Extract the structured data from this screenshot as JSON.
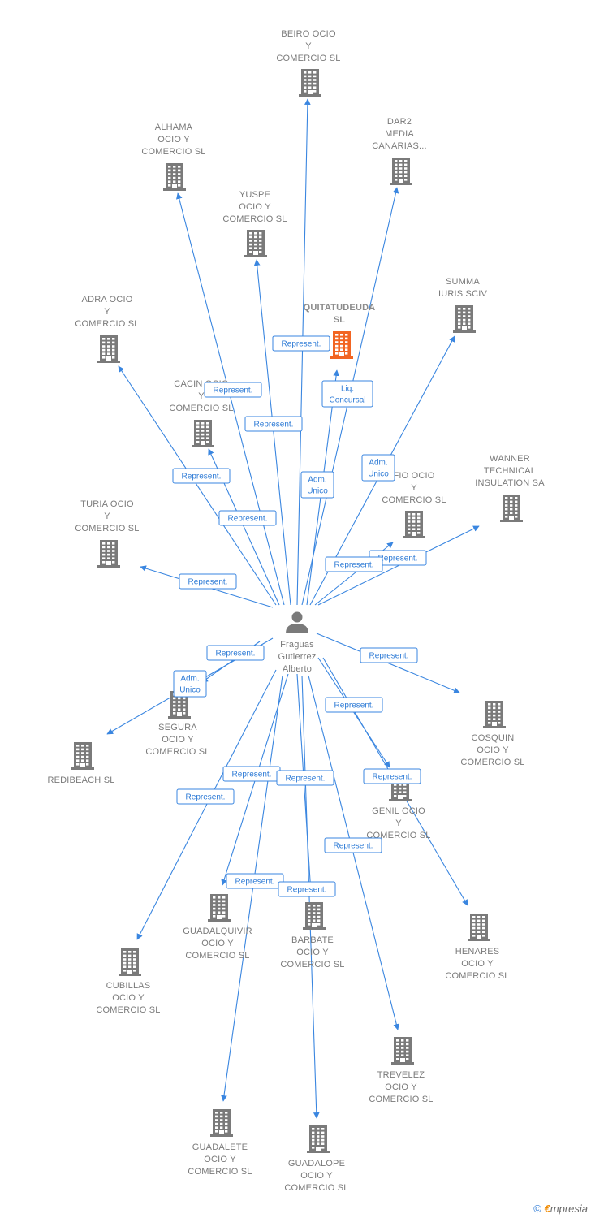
{
  "center": {
    "name_lines": [
      "Fraguas",
      "Gutierrez",
      "Alberto"
    ]
  },
  "companies": [
    {
      "id": "beiro",
      "lines": [
        "BEIRO OCIO",
        "Y",
        "COMERCIO  SL"
      ],
      "highlight": false
    },
    {
      "id": "alhama",
      "lines": [
        "ALHAMA",
        "OCIO Y",
        "COMERCIO  SL"
      ],
      "highlight": false
    },
    {
      "id": "dar2",
      "lines": [
        "DAR2",
        "MEDIA",
        "CANARIAS..."
      ],
      "highlight": false
    },
    {
      "id": "yuspe",
      "lines": [
        "YUSPE",
        "OCIO Y",
        "COMERCIO  SL"
      ],
      "highlight": false
    },
    {
      "id": "summa",
      "lines": [
        "SUMMA",
        "IURIS SCIV"
      ],
      "highlight": false
    },
    {
      "id": "adra",
      "lines": [
        "ADRA OCIO",
        "Y",
        "COMERCIO  SL"
      ],
      "highlight": false
    },
    {
      "id": "quitatudeuda",
      "lines": [
        "QUITATUDEUDA",
        "SL"
      ],
      "highlight": true
    },
    {
      "id": "cacin",
      "lines": [
        "CACIN OCIO",
        "Y",
        "COMERCIO  SL"
      ],
      "highlight": false
    },
    {
      "id": "wanner",
      "lines": [
        "WANNER",
        "TECHNICAL",
        "INSULATION SA"
      ],
      "highlight": false
    },
    {
      "id": "fio",
      "lines": [
        "FIO OCIO",
        "Y",
        "COMERCIO  SL"
      ],
      "highlight": false
    },
    {
      "id": "turia",
      "lines": [
        "TURIA OCIO",
        "Y",
        "COMERCIO  SL"
      ],
      "highlight": false
    },
    {
      "id": "segura",
      "lines": [
        "SEGURA",
        "OCIO Y",
        "COMERCIO  SL"
      ],
      "highlight": false
    },
    {
      "id": "redibeach",
      "lines": [
        "REDIBEACH SL"
      ],
      "highlight": false
    },
    {
      "id": "cosquin",
      "lines": [
        "COSQUIN",
        "OCIO Y",
        "COMERCIO  SL"
      ],
      "highlight": false
    },
    {
      "id": "genil",
      "lines": [
        "GENIL OCIO",
        "Y",
        "COMERCIO  SL"
      ],
      "highlight": false
    },
    {
      "id": "guadalquivir",
      "lines": [
        "GUADALQUIVIR",
        "OCIO Y",
        "COMERCIO  SL"
      ],
      "highlight": false
    },
    {
      "id": "barbate",
      "lines": [
        "BARBATE",
        "OCIO Y",
        "COMERCIO  SL"
      ],
      "highlight": false
    },
    {
      "id": "henares",
      "lines": [
        "HENARES",
        "OCIO Y",
        "COMERCIO  SL"
      ],
      "highlight": false
    },
    {
      "id": "cubillas",
      "lines": [
        "CUBILLAS",
        "OCIO Y",
        "COMERCIO  SL"
      ],
      "highlight": false
    },
    {
      "id": "trevelez",
      "lines": [
        "TREVELEZ",
        "OCIO Y",
        "COMERCIO  SL"
      ],
      "highlight": false
    },
    {
      "id": "guadalete",
      "lines": [
        "GUADALETE",
        "OCIO Y",
        "COMERCIO  SL"
      ],
      "highlight": false
    },
    {
      "id": "guadalope",
      "lines": [
        "GUADALOPE",
        "OCIO Y",
        "COMERCIO  SL"
      ],
      "highlight": false
    }
  ],
  "relations": [
    {
      "to": "beiro",
      "lines": [
        "Represent."
      ]
    },
    {
      "to": "alhama",
      "lines": [
        "Represent."
      ]
    },
    {
      "to": "dar2",
      "lines": [
        "Adm.",
        "Unico"
      ]
    },
    {
      "to": "yuspe",
      "lines": [
        "Represent."
      ]
    },
    {
      "to": "summa",
      "lines": [
        "Adm.",
        "Unico"
      ]
    },
    {
      "to": "adra",
      "lines": [
        "Represent."
      ]
    },
    {
      "to": "quitatudeuda",
      "lines": [
        "Liq.",
        "Concursal"
      ]
    },
    {
      "to": "quitatudeuda",
      "lines": [
        "Represent."
      ]
    },
    {
      "to": "cacin",
      "lines": [
        "Represent."
      ]
    },
    {
      "to": "wanner",
      "lines": [
        "Represent."
      ]
    },
    {
      "to": "fio",
      "lines": [
        "Represent."
      ]
    },
    {
      "to": "turia",
      "lines": [
        "Represent."
      ]
    },
    {
      "to": "segura",
      "lines": [
        "Adm.",
        "Unico"
      ]
    },
    {
      "to": "redibeach",
      "lines": [
        "Represent."
      ]
    },
    {
      "to": "cosquin",
      "lines": [
        "Represent."
      ]
    },
    {
      "to": "genil",
      "lines": [
        "Represent."
      ]
    },
    {
      "to": "guadalquivir",
      "lines": [
        "Represent."
      ]
    },
    {
      "to": "barbate",
      "lines": [
        "Represent."
      ]
    },
    {
      "to": "henares",
      "lines": [
        "Represent."
      ]
    },
    {
      "to": "cubillas",
      "lines": [
        "Represent."
      ]
    },
    {
      "to": "trevelez",
      "lines": [
        "Represent."
      ]
    },
    {
      "to": "guadalete",
      "lines": [
        "Represent."
      ]
    },
    {
      "to": "guadalope",
      "lines": [
        "Represent."
      ]
    }
  ],
  "colors": {
    "edge": "#3a86e0",
    "building": "#7a7a7a",
    "highlight_building": "#f26522",
    "person": "#7a7a7a"
  },
  "footer": {
    "copyright": "©",
    "brand_initial": "€",
    "brand_rest": "mpresia"
  }
}
